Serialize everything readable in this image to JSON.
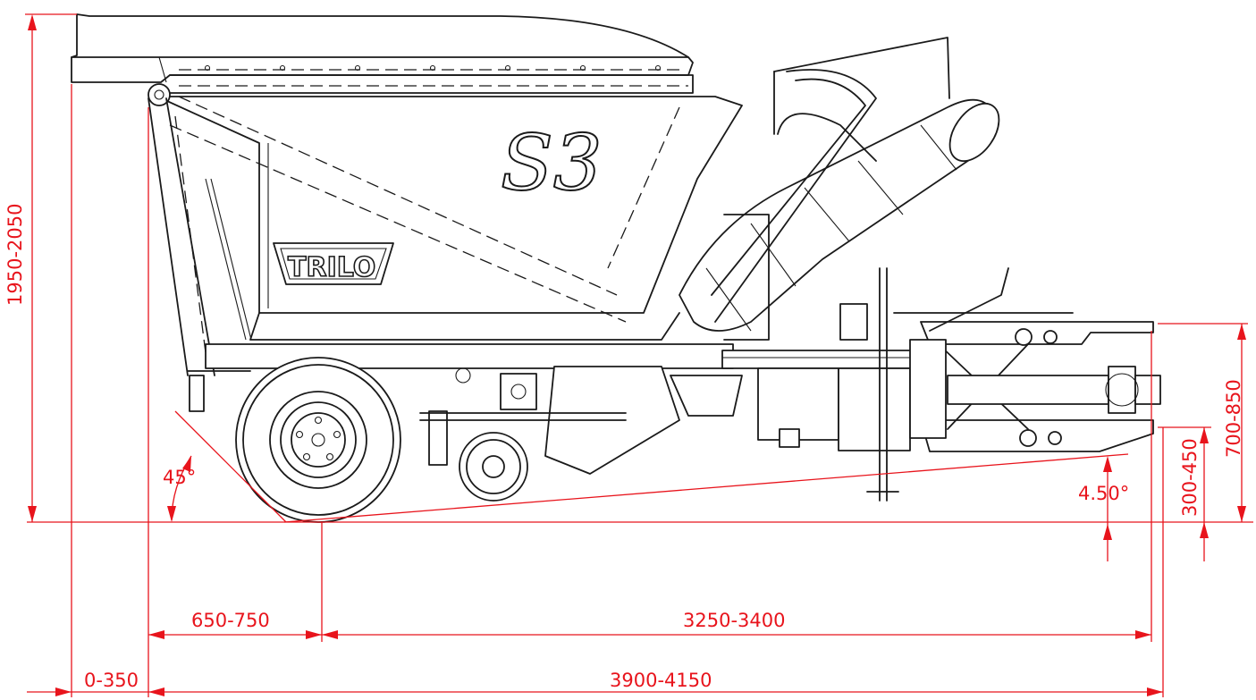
{
  "brand": {
    "logo_text": "TRILO",
    "model_text": "S3"
  },
  "dimensions": {
    "height": "1950-2050",
    "rear_overhang": "0-350",
    "axle_offset": "650-750",
    "axle_to_hitch": "3250-3400",
    "overall_length": "3900-4150",
    "rear_angle": "45°",
    "ground_angle": "4.50°",
    "hitch_height_low": "300-450",
    "hitch_height_high": "700-850"
  },
  "colors": {
    "dimension_lines": "#e8141c",
    "machine_lines": "#1a1a1a",
    "background": "#ffffff"
  }
}
